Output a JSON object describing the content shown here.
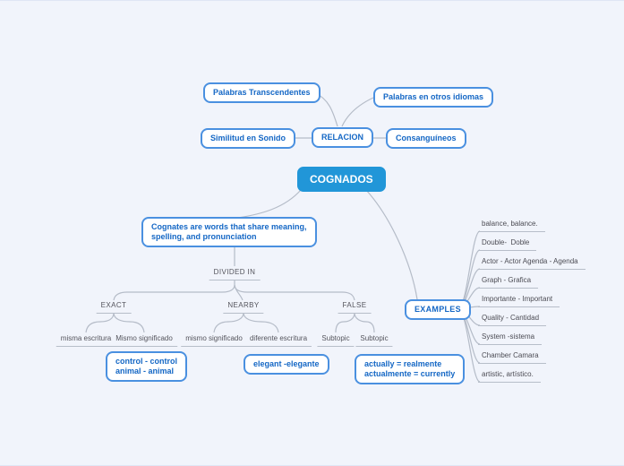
{
  "app": {
    "type": "mind-map-canvas"
  },
  "colors": {
    "background": "#f1f4fb",
    "topic_border": "#4a90e0",
    "topic_text": "#1467c5",
    "root_fill": "#2196d8",
    "root_text": "#ffffff",
    "connector": "#b5bcc8",
    "line_topic_text": "#54545c"
  },
  "relacion_tree": {
    "root": "RELACION",
    "palabras_transcendentes": "Palabras Transcendentes",
    "palabras_otros_idiomas": "Palabras en otros idiomas",
    "similitud_en_sonido": "Similitud en Sonido",
    "consanguineos": "Consanguíneos"
  },
  "cognados": {
    "root": "COGNADOS",
    "definition": {
      "line1": "Cognates are words that share meaning,",
      "line2": "spelling, and pronunciation"
    },
    "divided_in": "DIVIDED IN"
  },
  "tree": {
    "branches": [
      {
        "label": "EXACT",
        "children": [
          "misma escritura",
          "Mismo significado"
        ]
      },
      {
        "label": "NEARBY",
        "children": [
          "mismo significado",
          "diferente escritura"
        ]
      },
      {
        "label": "FALSE",
        "children": [
          "Subtopic",
          "Subtopic"
        ]
      }
    ]
  },
  "floating_boxes": {
    "control": {
      "line1": "control - control",
      "line2": "animal - animal"
    },
    "elegant": {
      "line1": "elegant -elegante"
    },
    "actually": {
      "line1": "actually = realmente",
      "line2": "actualmente = currently"
    }
  },
  "examples": {
    "label": "EXAMPLES",
    "items": [
      "balance, balance.",
      "Double-  Doble",
      "Actor - Actor Agenda - Agenda",
      "Graph - Grafica",
      "Importante - Important",
      "Quality - Cantidad",
      "System -sistema",
      "Chamber Camara",
      "artistic, artístico."
    ]
  }
}
